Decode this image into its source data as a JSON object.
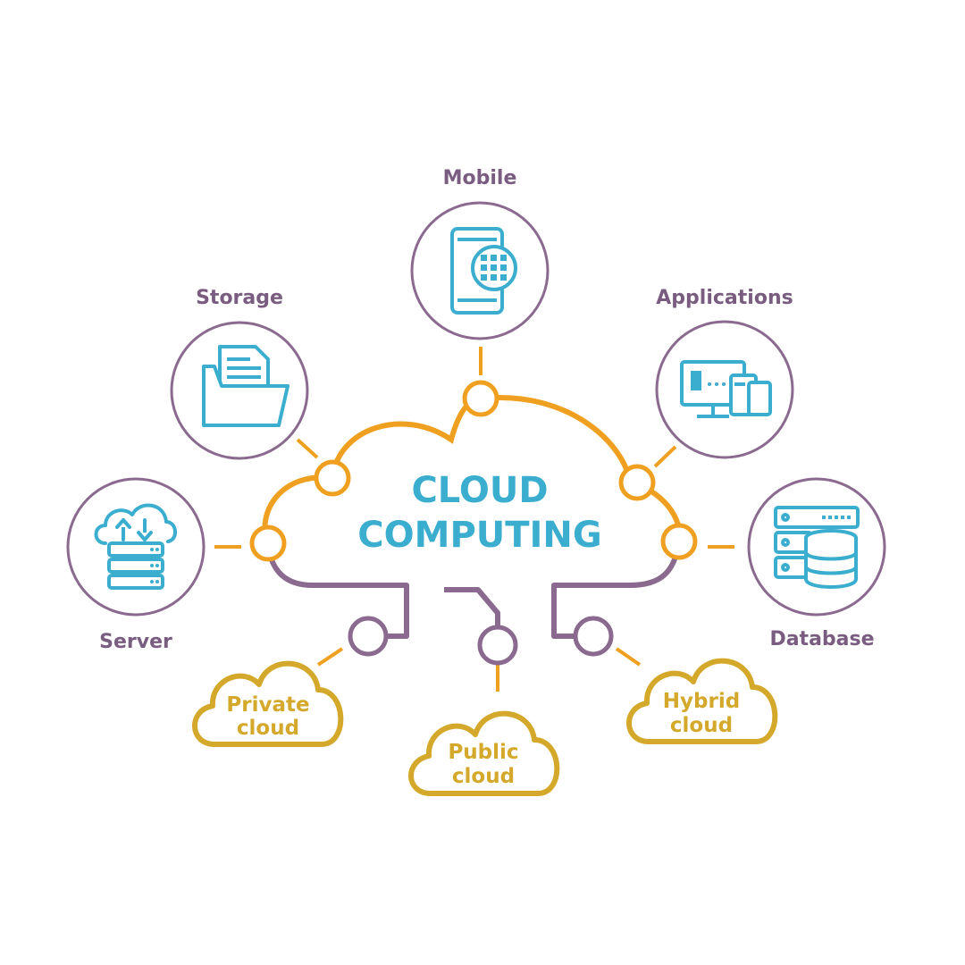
{
  "center": {
    "line1": "CLOUD",
    "line2": "COMPUTING"
  },
  "services": {
    "mobile": "Mobile",
    "storage": "Storage",
    "applications": "Applications",
    "server": "Server",
    "database": "Database"
  },
  "deployments": {
    "private": {
      "line1": "Private",
      "line2": "cloud"
    },
    "public": {
      "line1": "Public",
      "line2": "cloud"
    },
    "hybrid": {
      "line1": "Hybrid",
      "line2": "cloud"
    }
  },
  "colors": {
    "orange": "#F0A020",
    "purple": "#8A6A8E",
    "cyan": "#3BAED0",
    "gold": "#D4A82A",
    "label": "#7A5C80",
    "circle_stroke": "#8A6A8E"
  },
  "icons": [
    "mobile-icon",
    "folder-documents-icon",
    "applications-devices-icon",
    "cloud-server-icon",
    "database-server-icon"
  ]
}
